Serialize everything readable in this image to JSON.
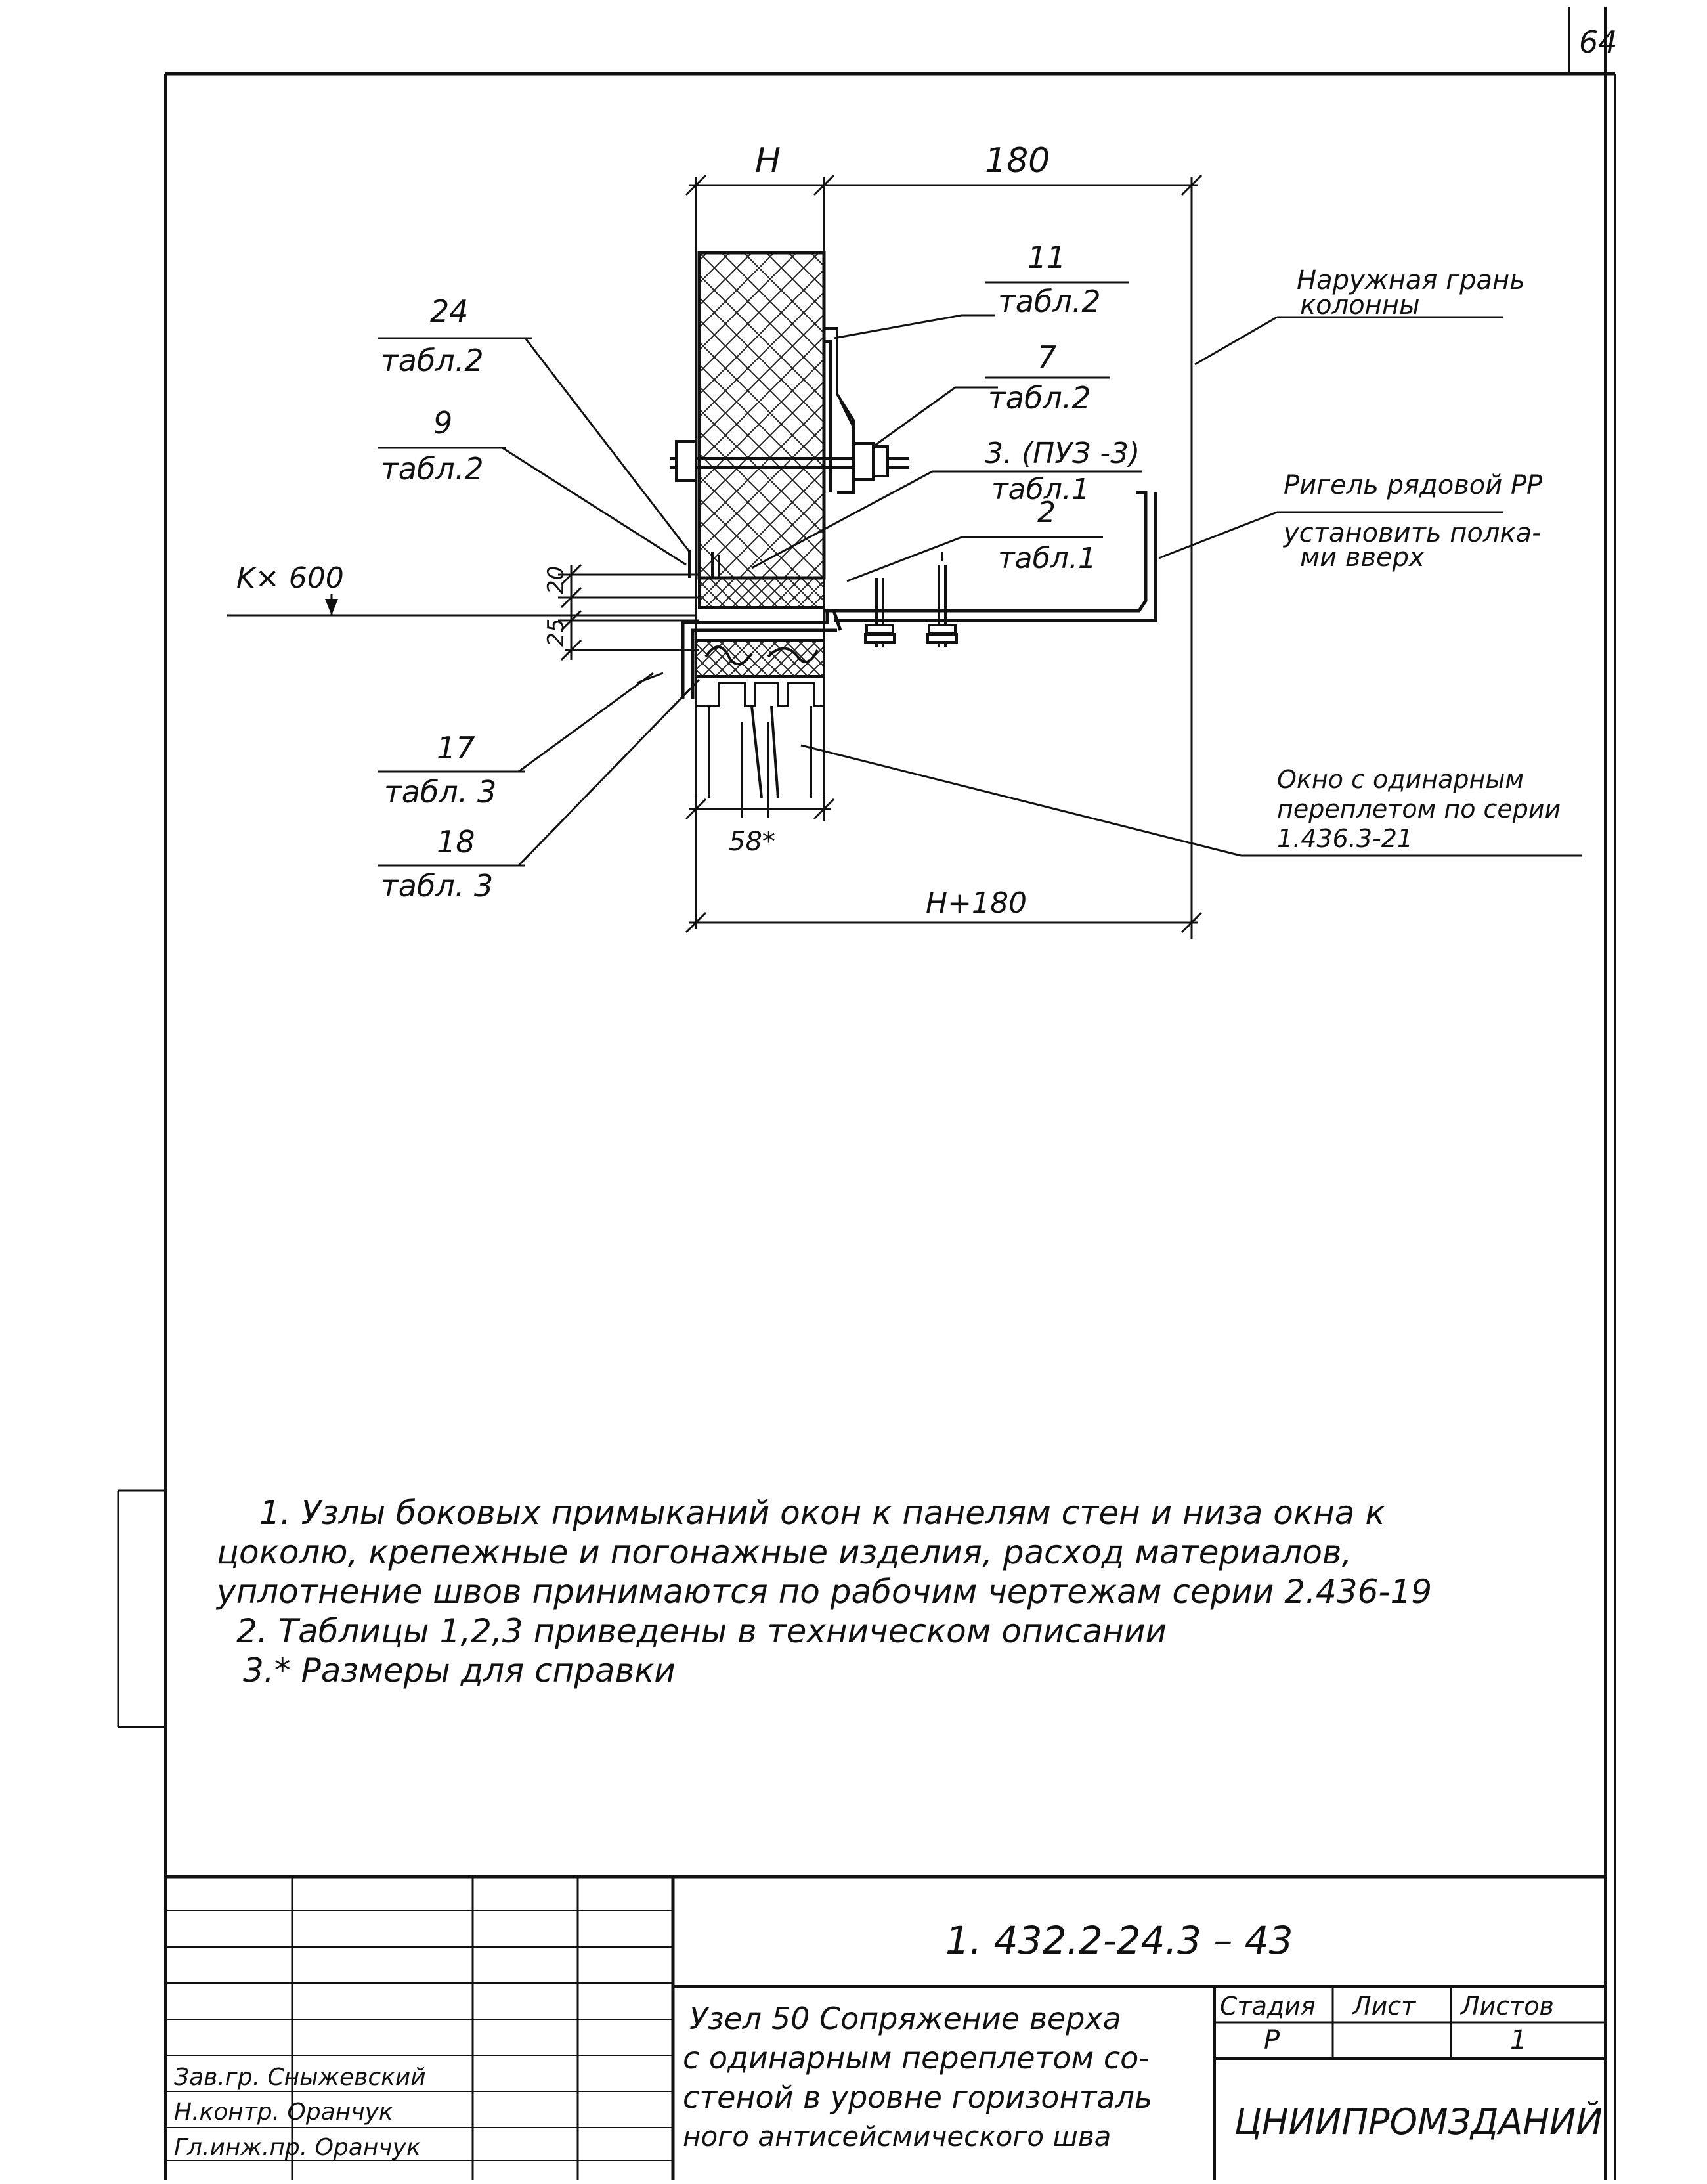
{
  "page_number": "64",
  "dims": {
    "top_h": "H",
    "top_180": "180",
    "bottom_total": "H+180",
    "small": "58*",
    "k600": "K× 600",
    "d20": "20",
    "d25": "25"
  },
  "callouts": {
    "c11_num": "11",
    "c11_ref": "табл.2",
    "c7_num": "7",
    "c7_ref": "табл.2",
    "c24_num": "24",
    "c24_ref": "табл.2",
    "c9_num": "9",
    "c9_ref": "табл.2",
    "c3_num": "3. (ПУЗ -3)",
    "c3_ref": "табл.1",
    "c2_num": "2",
    "c2_ref": "табл.1",
    "c17_num": "17",
    "c17_ref": "табл. 3",
    "c18_num": "18",
    "c18_ref": "табл. 3"
  },
  "labels": {
    "column_face_1": "Наружная грань",
    "column_face_2": "колонны",
    "rigel_1": "Ригель рядовой РР",
    "rigel_2": "установить полка-",
    "rigel_3": "ми вверх",
    "window_1": "Окно с одинарным",
    "window_2": "переплетом по серии",
    "window_3": "1.436.3-21"
  },
  "notes": [
    "1. Узлы боковых примыканий окон к панелям стен и низа окна к",
    "цоколю, крепежные и погонажные изделия, расход материалов,",
    "уплотнение швов принимаются по рабочим чертежам серии 2.436-19",
    "2. Таблицы 1,2,3 приведены в техническом описании",
    "3.* Размеры для справки"
  ],
  "title_block": {
    "code": "1. 432.2-24.3 – 43",
    "title_1": "Узел 50 Сопряжение верха",
    "title_2": "с одинарным переплетом со-",
    "title_3": "стеной в уровне горизонталь",
    "title_4": "ного антисейсмического шва",
    "stage_label": "Стадия",
    "sheet_label": "Лист",
    "sheets_label": "Листов",
    "stage_value": "Р",
    "sheets_value": "1",
    "org": "ЦНИИПРОМЗДАНИЙ",
    "sign_1": "Зав.гр. Сныжевский",
    "sign_2": "Н.контр. Оранчук",
    "sign_3": "Гл.инж.пр. Оранчук"
  }
}
